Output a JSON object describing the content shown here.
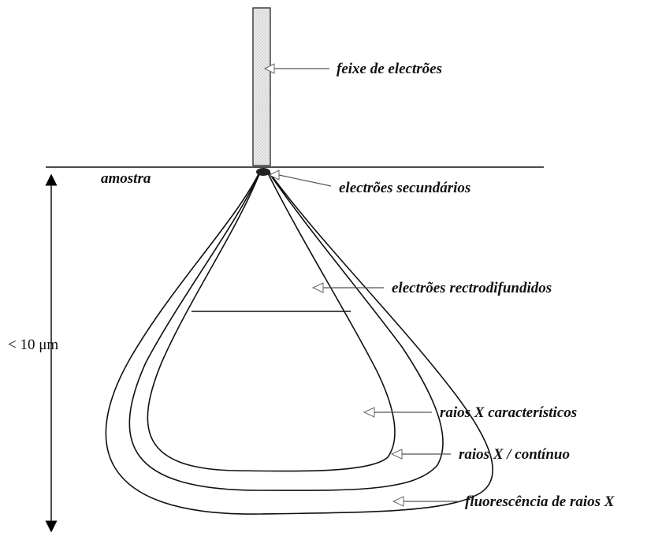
{
  "labels": {
    "beam": "feixe de electrões",
    "sample": "amostra",
    "secondary": "electrões secundários",
    "backscattered": "electrões rectrodifundidos",
    "characteristic": "raios X característicos",
    "continuum": "raios X / contínuo",
    "fluorescence": "fluorescência de raios X",
    "depth": "< 10 μm"
  }
}
